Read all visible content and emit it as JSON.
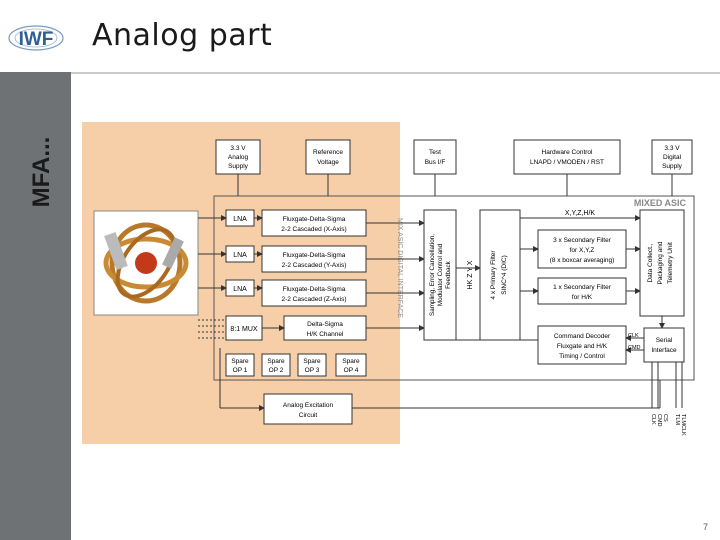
{
  "slide": {
    "title": "Analog part",
    "side_title": "MFA...",
    "logo_text": "IWF",
    "page_number": "7"
  },
  "diagram": {
    "supply_33v_analog": [
      "3.3 V",
      "Analog",
      "Supply"
    ],
    "reference_voltage": [
      "Reference",
      "Voltage"
    ],
    "test_bus": [
      "Test",
      "Bus I/F"
    ],
    "hardware_control": [
      "Hardware Control",
      "LNAPD / VMODEN / RST"
    ],
    "supply_33v_digital": [
      "3.3 V",
      "Digital",
      "Supply"
    ],
    "mixed_asic": "MIXED ASIC",
    "lna_labels": [
      "LNA",
      "LNA",
      "LNA"
    ],
    "fluxgate_x": [
      "Fluxgate-Delta-Sigma",
      "2-2 Cascaded (X-Axis)"
    ],
    "fluxgate_y": [
      "Fluxgate-Delta-Sigma",
      "2-2 Cascaded (Y-Axis)"
    ],
    "fluxgate_z": [
      "Fluxgate-Delta-Sigma",
      "2-2 Cascaded (Z-Axis)"
    ],
    "mux": "8:1 MUX",
    "delta_sigma_hk": [
      "Delta-Sigma",
      "H/K Channel"
    ],
    "spare_ops": [
      [
        "Spare",
        "OP 1"
      ],
      [
        "Spare",
        "OP 2"
      ],
      [
        "Spare",
        "OP 3"
      ],
      [
        "Spare",
        "OP 4"
      ]
    ],
    "analog_excitation": [
      "Analog Excitation",
      "Circuit"
    ],
    "interface_label": "MIX ASIC DIGITAL INTERFACE",
    "sampling": [
      "Sampling, Error Cancellation,",
      "Modulator Control and",
      "Feedback"
    ],
    "hk_xyz": "HK Z Y X",
    "primary_filter": [
      "4 x Primary Filter",
      "SINC^4 (DIC)"
    ],
    "xyz_hk": "X,Y,Z,H/K",
    "secondary_xyz": [
      "3 x Secondary Filter",
      "for X,Y,Z",
      "(8 x boxcar averaging)"
    ],
    "secondary_hk": [
      "1 x Secondary Filter",
      "for H/K"
    ],
    "data_collect": [
      "Data Collect.,",
      "Packaging and",
      "Telemetry Unit"
    ],
    "command_decoder": [
      "Command Decoder",
      "Fluxgate and H/K",
      "Timing / Control"
    ],
    "serial_interface": [
      "Serial",
      "Interface"
    ],
    "clk": "CLK",
    "cmd": "CMD",
    "out_pins_left": [
      "CLK",
      "CMD",
      "CS"
    ],
    "out_pins_right": [
      "TLM",
      "TLMCLK"
    ]
  }
}
